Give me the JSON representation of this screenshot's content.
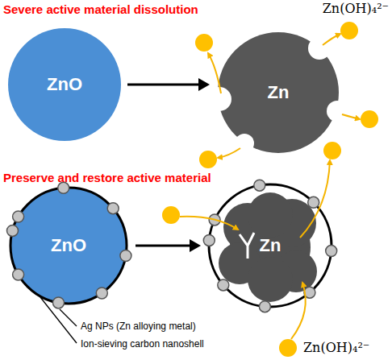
{
  "diagram": {
    "nodes": [
      {
        "text": [
          "ZnO"
        ]
      },
      {
        "text": [
          "Zn"
        ]
      },
      {
        "text": [
          "ZnO"
        ]
      },
      {
        "text": [
          "Zn"
        ]
      }
    ],
    "edges": [
      {
        "from": 0,
        "to": 1,
        "arrow": "to"
      },
      {
        "from": 2,
        "to": 3,
        "arrow": "to"
      }
    ],
    "labels": [
      "Severe active material dissolution",
      "Zn(OH)₄²⁻",
      "Preserve and restore active material",
      "Zn(OH)₄²⁻",
      "Ag NPs (Zn alloying metal)",
      "Ion-sieving carbon nanoshell"
    ]
  }
}
